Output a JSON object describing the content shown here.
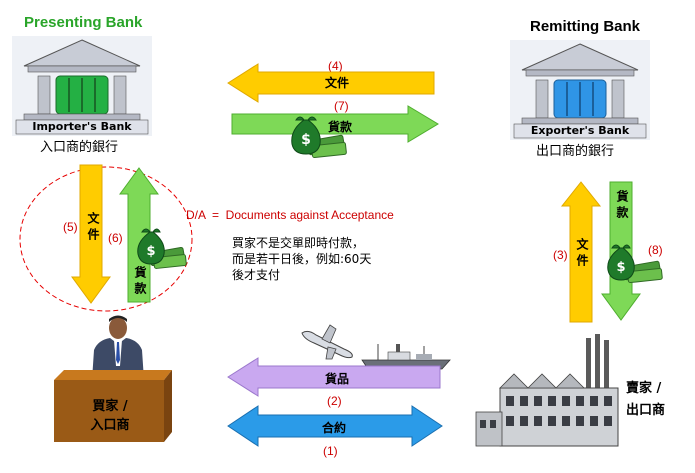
{
  "left_bank": {
    "title": "Presenting Bank",
    "plate": "Importer's Bank",
    "caption": "入口商的銀行"
  },
  "right_bank": {
    "title": "Remitting Bank",
    "plate": "Exporter's Bank",
    "caption": "出口商的銀行"
  },
  "buyer": {
    "label_line1": "買家 /",
    "label_line2": "入口商"
  },
  "seller": {
    "label_line1": "賣家 /",
    "label_line2": "出口商"
  },
  "flows": {
    "f1": {
      "num": "(1)",
      "label": "合約"
    },
    "f2": {
      "num": "(2)",
      "label": "貨品"
    },
    "f3": {
      "num": "(3)",
      "label": "文件"
    },
    "f4": {
      "num": "(4)",
      "label": "文件"
    },
    "f5": {
      "num": "(5)",
      "label": "文件"
    },
    "f6": {
      "num": "(6)",
      "label": "貨款"
    },
    "f7": {
      "num": "(7)",
      "label": "貨款"
    },
    "f8": {
      "num": "(8)",
      "label": "貨款"
    }
  },
  "definition": "D/A  =  Documents against Acceptance",
  "description": [
    "買家不是交單即時付款，",
    "而是若干日後，例如:60天",
    "後才支付"
  ],
  "colors": {
    "title_green": "#2aa52a",
    "yellow": "#ffcc00",
    "green": "#7ed957",
    "violet": "#c9a8f0",
    "blue": "#2b9be8",
    "red": "#cc0000"
  }
}
